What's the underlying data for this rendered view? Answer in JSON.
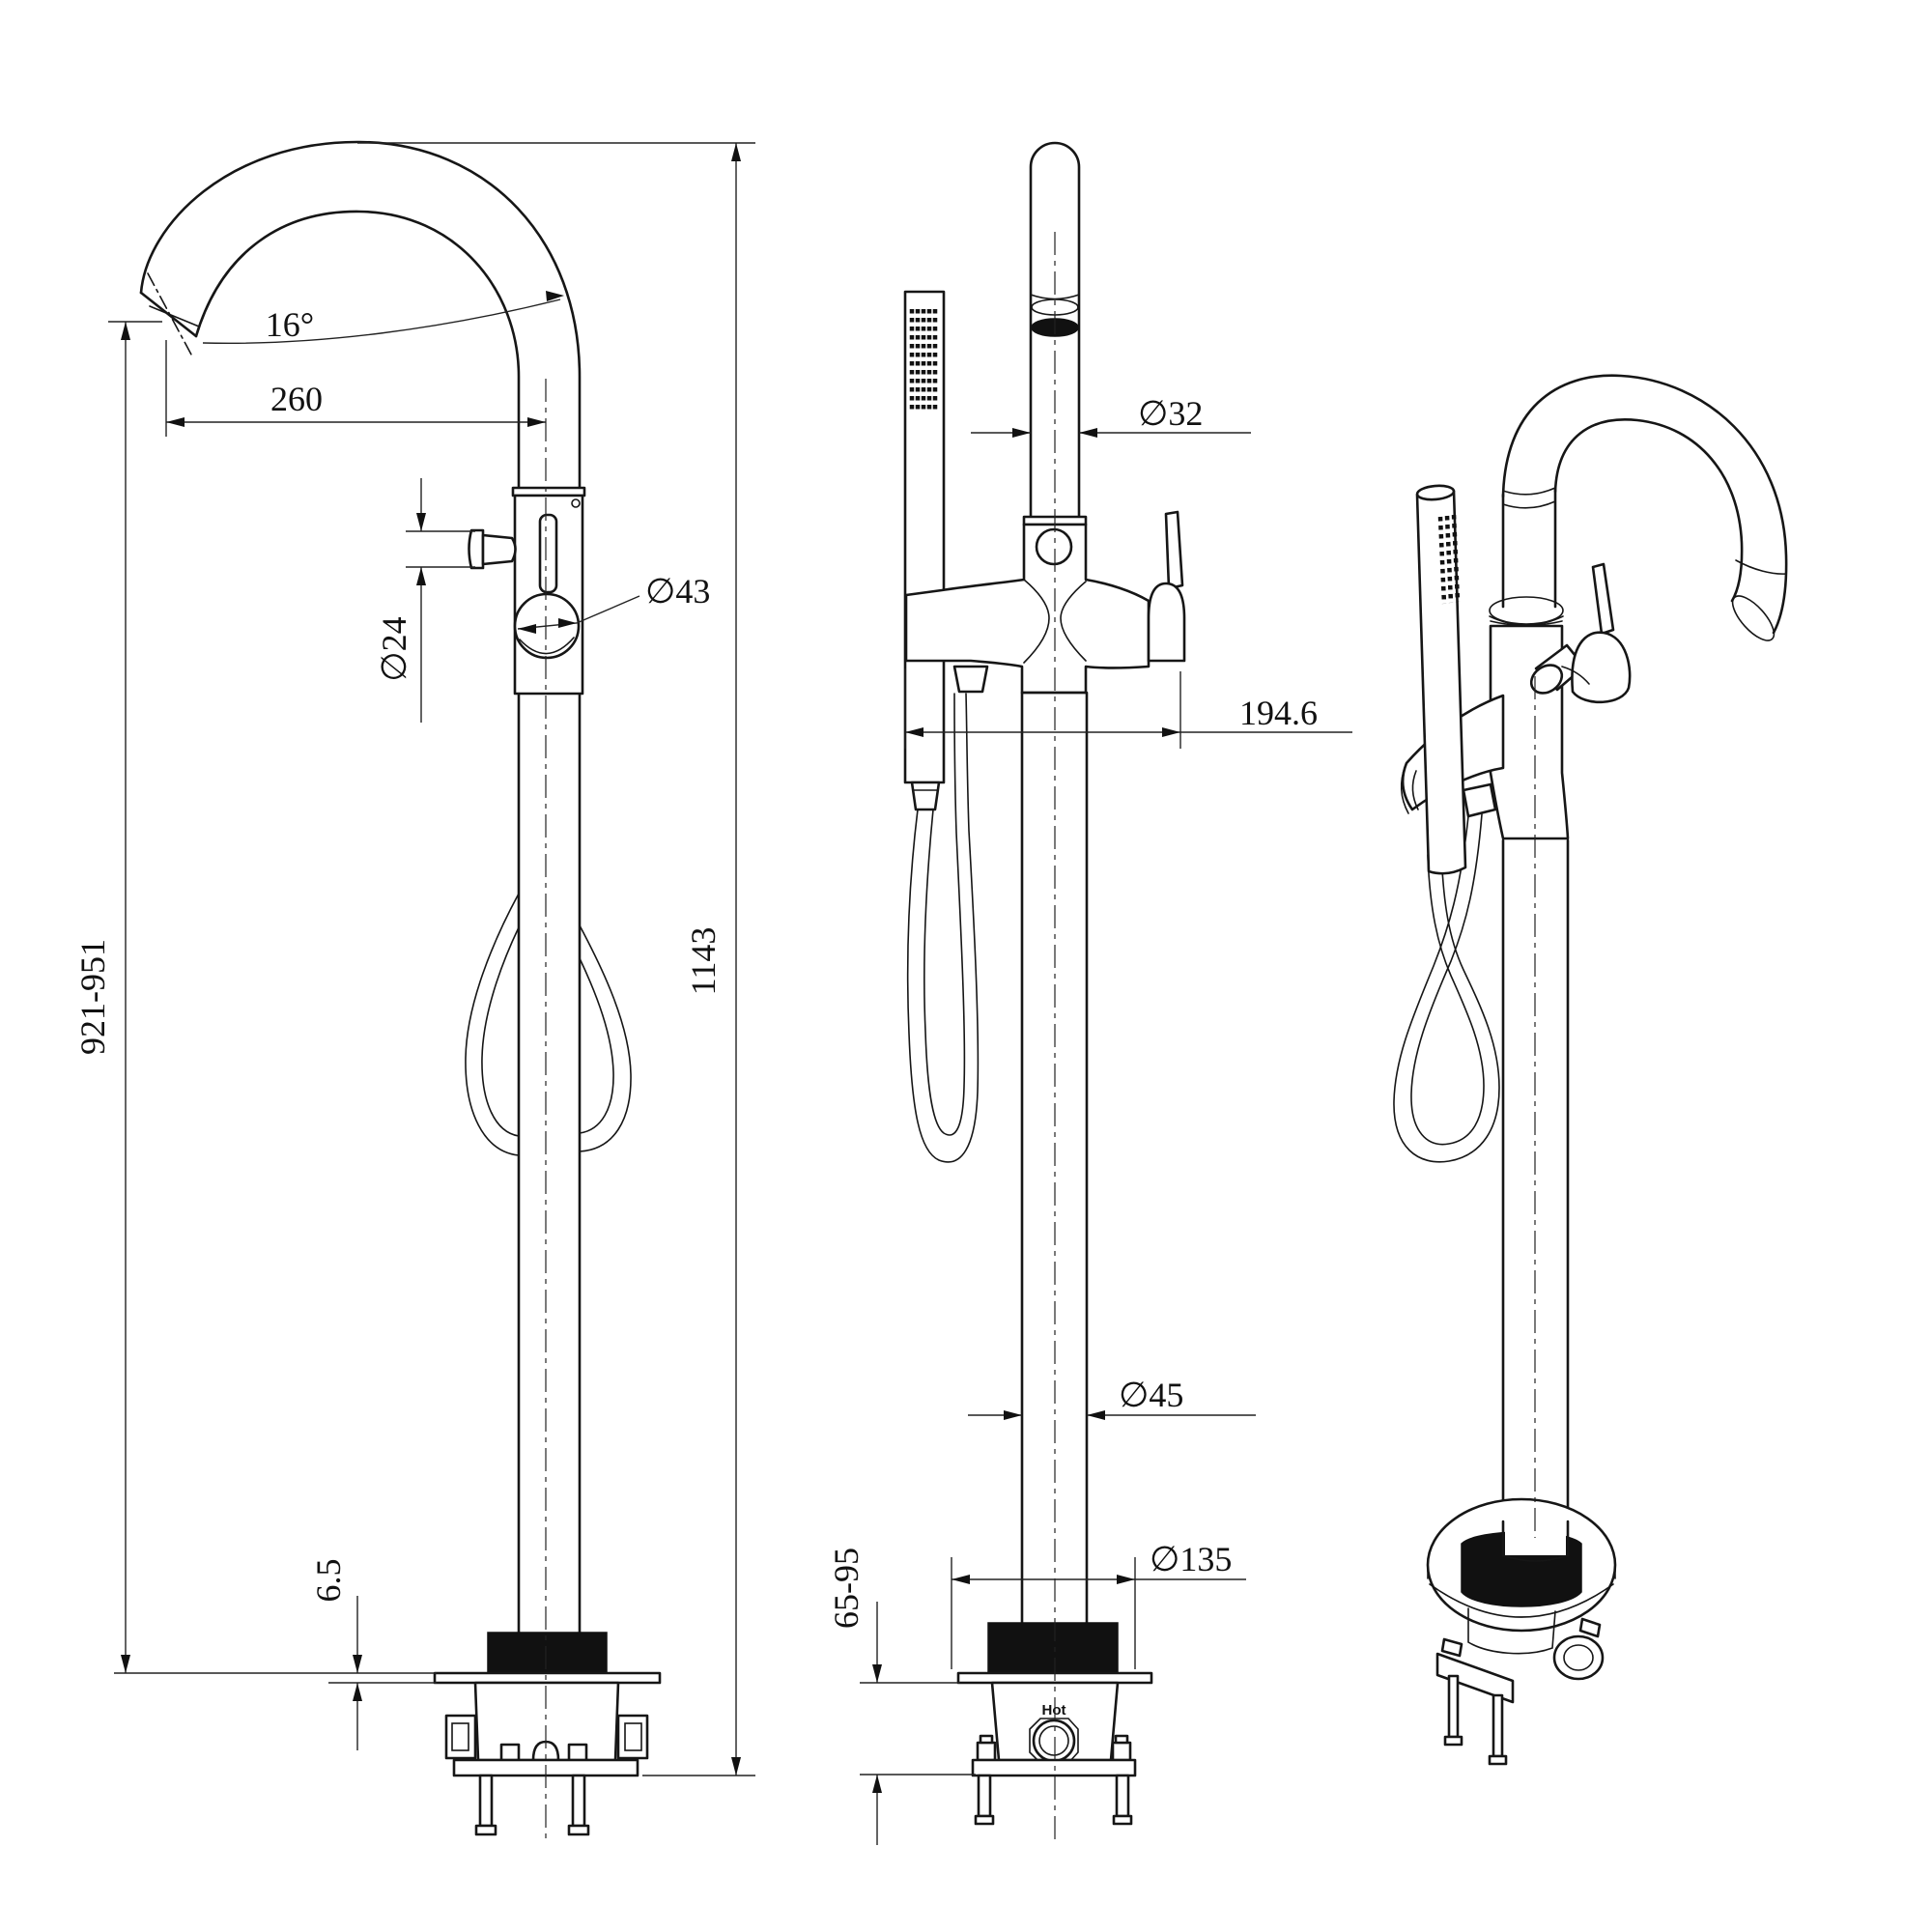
{
  "drawing": {
    "background_color": "#ffffff",
    "line_color": "#161616",
    "views": {
      "side": {
        "dims": {
          "spout_angle": "16°",
          "spout_reach": "260",
          "diverter_knob_dia": "∅24",
          "handle_dia": "∅43",
          "floor_to_spout": "921-951",
          "overall_height": "1143",
          "base_plate_thickness": "6.5"
        }
      },
      "front": {
        "dims": {
          "spout_pipe_dia": "∅32",
          "shower_to_handle_spread": "194.6",
          "column_dia": "∅45",
          "base_flange_dia": "∅135",
          "mounting_depth_range": "65-95"
        },
        "hot_port_label": "Hot"
      },
      "perspective": {}
    }
  }
}
